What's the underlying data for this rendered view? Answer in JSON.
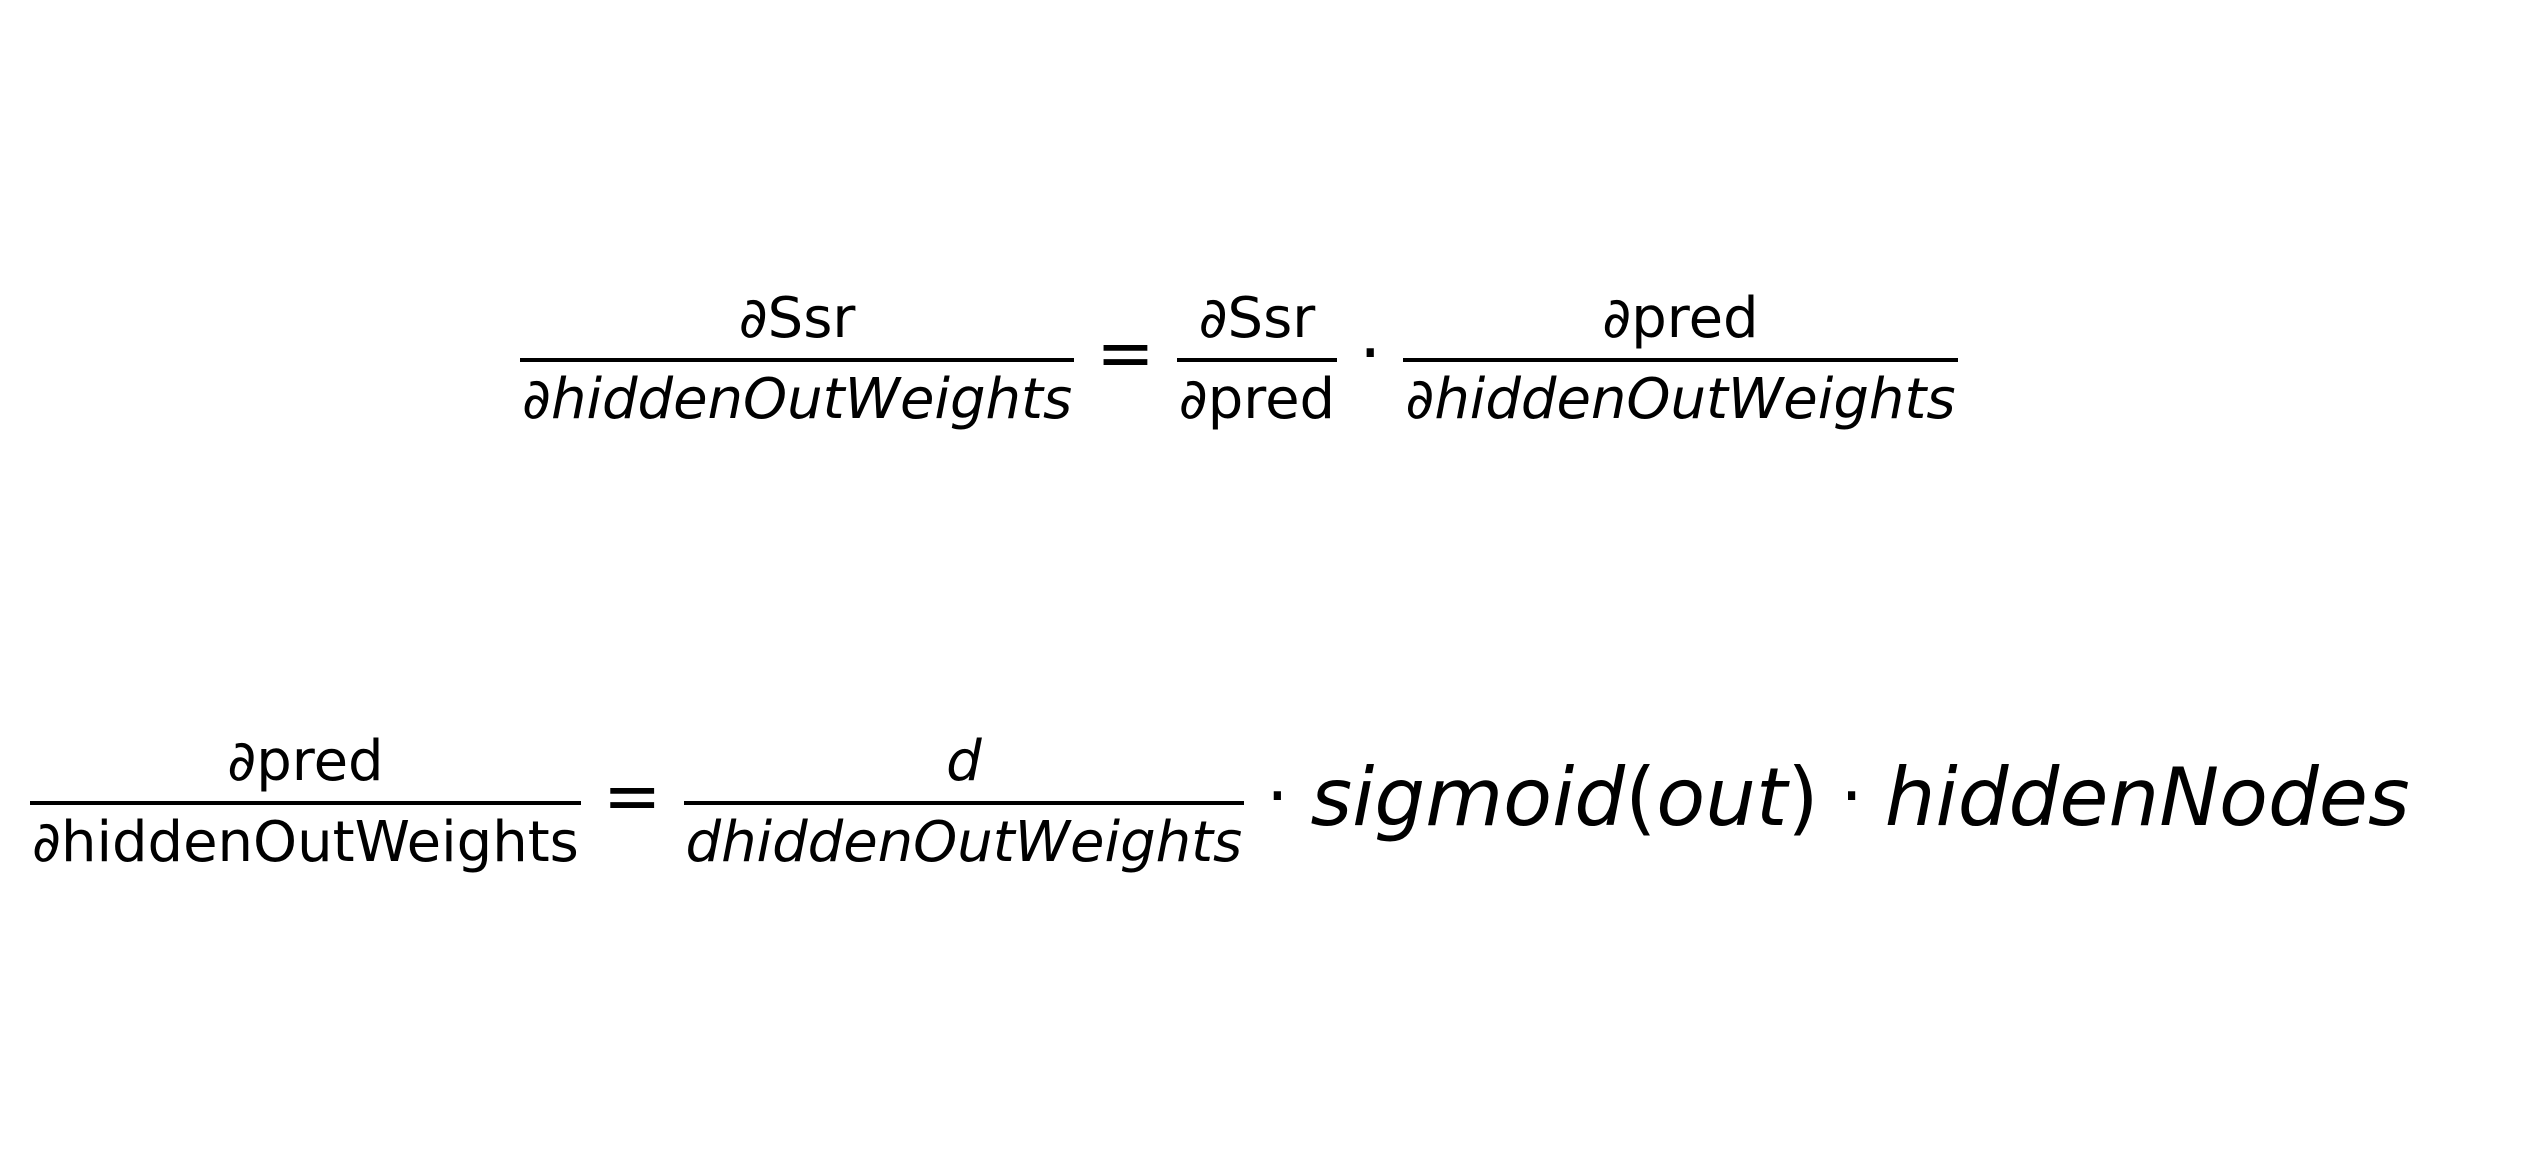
{
  "equation_1": {
    "lhs": {
      "numerator": "∂Ssr",
      "denominator": "∂hiddenOutWeights"
    },
    "equals": "=",
    "rhs_frac_1": {
      "numerator": "∂Ssr",
      "denominator": "∂pred"
    },
    "cdot": "·",
    "rhs_frac_2": {
      "numerator": "∂pred",
      "denominator": "∂hiddenOutWeights"
    }
  },
  "equation_2": {
    "lhs": {
      "numerator": "∂pred",
      "denominator": "∂hiddenOutWeights"
    },
    "equals": "=",
    "rhs_frac": {
      "numerator": "d",
      "denominator": "dhiddenOutWeights"
    },
    "cdot_1": "·",
    "function_name": "sigmoid",
    "open_paren": "(",
    "argument": "out",
    "close_paren": ")",
    "cdot_2": "·",
    "last_term": "hiddenNodes"
  }
}
